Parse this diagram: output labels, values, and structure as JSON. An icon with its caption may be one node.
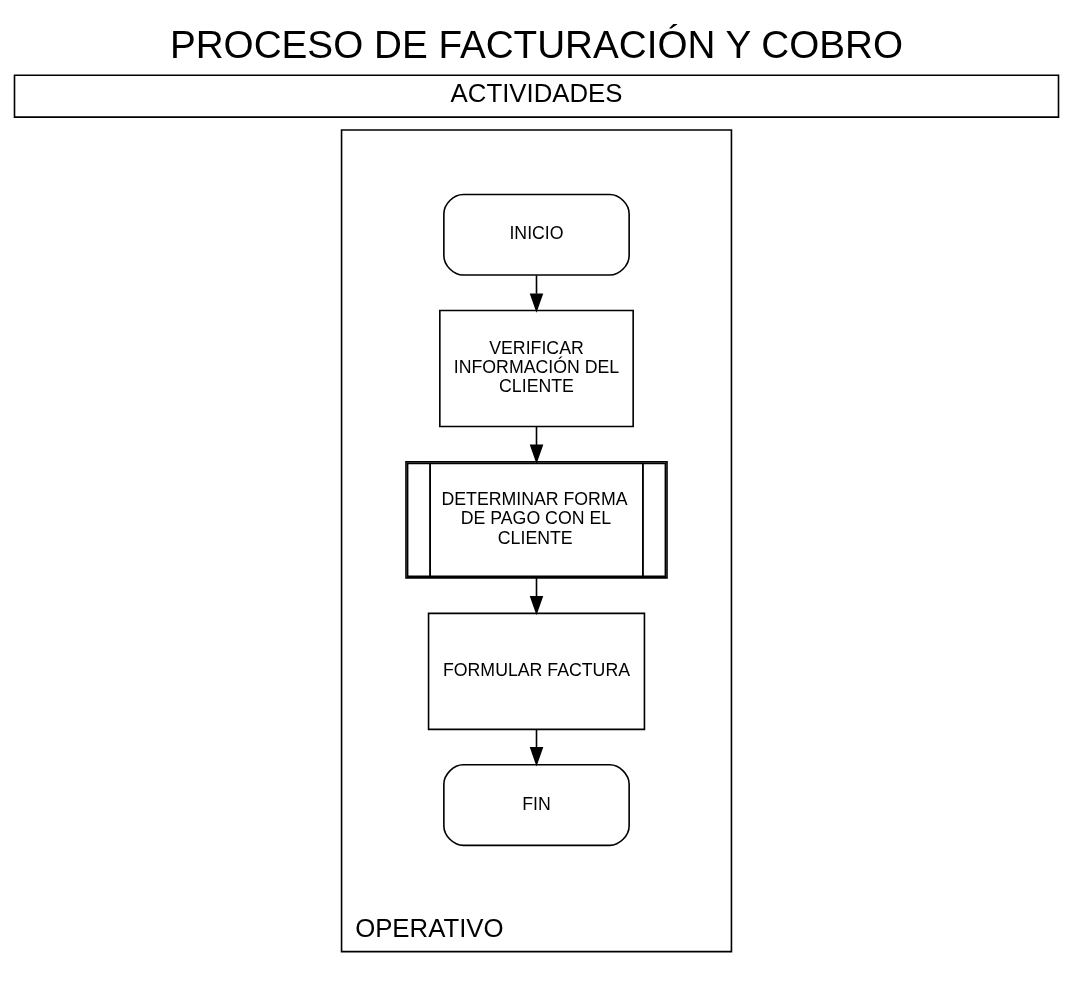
{
  "diagram": {
    "title": "PROCESO DE FACTURACIÓN Y COBRO",
    "nodes": [
      {
        "text": [
          "ACTIVIDADES"
        ]
      },
      {
        "text": [
          "OPERATIVO"
        ]
      },
      {
        "text": [
          "INICIO"
        ],
        "in": 1
      },
      {
        "text": [
          "VERIFICAR INFORMACIÓN DEL CLIENTE"
        ],
        "in": 1
      },
      {
        "text": [
          "DETERMINAR FORMA DE PAGO CON EL CLIENTE"
        ],
        "in": 1
      },
      {
        "text": [
          "FORMULAR FACTURA"
        ],
        "in": 1
      },
      {
        "text": [
          "FIN"
        ],
        "in": 1
      }
    ],
    "edges": [
      {
        "from": 2,
        "to": 3,
        "arrow": "to"
      },
      {
        "from": 3,
        "to": 4,
        "arrow": "to"
      },
      {
        "from": 4,
        "to": 5,
        "arrow": "to"
      },
      {
        "from": 5,
        "to": 6,
        "arrow": "to"
      }
    ]
  }
}
